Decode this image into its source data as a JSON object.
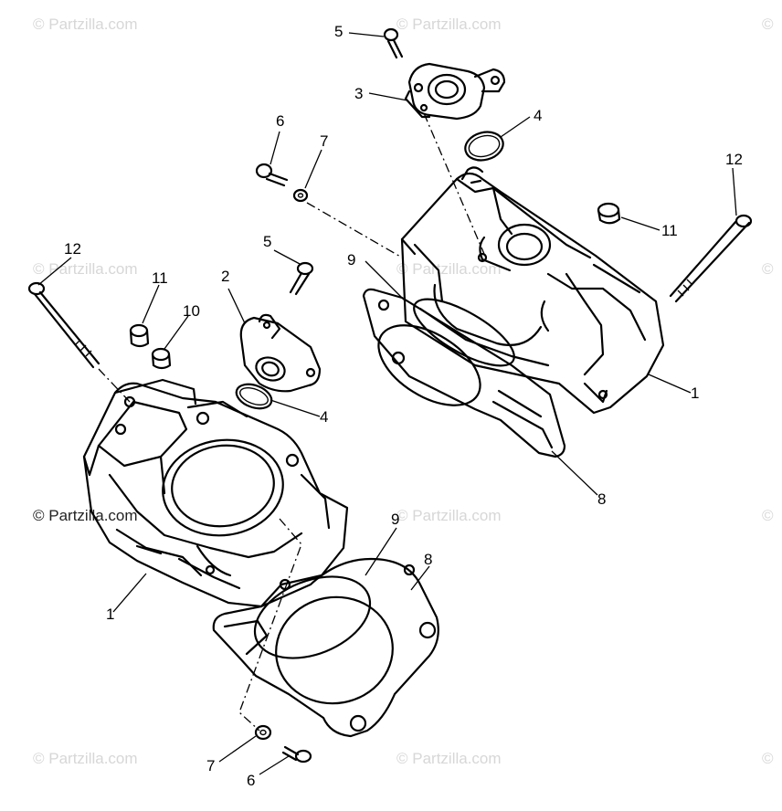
{
  "watermark": {
    "text": "© Partzilla.com",
    "label_text": "© Partzilla.com"
  },
  "callouts": {
    "c1_rear": "1",
    "c1_front": "1",
    "c2": "2",
    "c3": "3",
    "c4_rear": "4",
    "c4_front": "4",
    "c5_rear": "5",
    "c5_front": "5",
    "c6_rear": "6",
    "c6_front": "6",
    "c7_rear": "7",
    "c7_front": "7",
    "c8_rear": "8",
    "c8_front": "8",
    "c9_rear": "9",
    "c9_front": "9",
    "c10": "10",
    "c11_rear": "11",
    "c11_front": "11",
    "c12_rear": "12",
    "c12_front": "12"
  }
}
